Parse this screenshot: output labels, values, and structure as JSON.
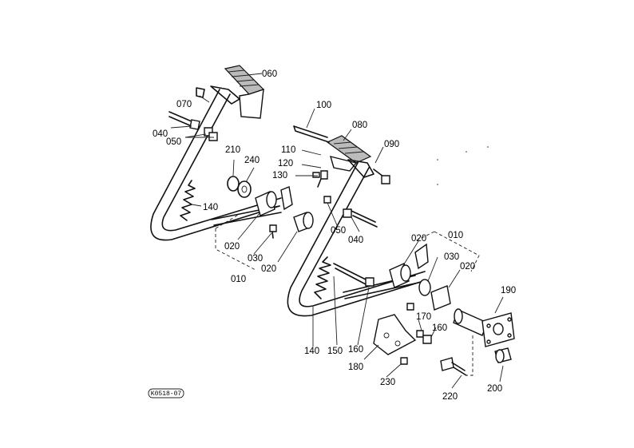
{
  "callouts": [
    {
      "id": "c060a",
      "text": "060"
    },
    {
      "id": "c070",
      "text": "070"
    },
    {
      "id": "c040a",
      "text": "040"
    },
    {
      "id": "c050a",
      "text": "050"
    },
    {
      "id": "c210",
      "text": "210"
    },
    {
      "id": "c240",
      "text": "240"
    },
    {
      "id": "c140a",
      "text": "140"
    },
    {
      "id": "c020a",
      "text": "020"
    },
    {
      "id": "c030a",
      "text": "030"
    },
    {
      "id": "c010a",
      "text": "010"
    },
    {
      "id": "c020b",
      "text": "020"
    },
    {
      "id": "c100",
      "text": "100"
    },
    {
      "id": "c080",
      "text": "080"
    },
    {
      "id": "c090",
      "text": "090"
    },
    {
      "id": "c110",
      "text": "110"
    },
    {
      "id": "c120",
      "text": "120"
    },
    {
      "id": "c130",
      "text": "130"
    },
    {
      "id": "c050b",
      "text": "050"
    },
    {
      "id": "c040b",
      "text": "040"
    },
    {
      "id": "c020c",
      "text": "020"
    },
    {
      "id": "c010b",
      "text": "010"
    },
    {
      "id": "c030b",
      "text": "030"
    },
    {
      "id": "c020d",
      "text": "020"
    },
    {
      "id": "c190",
      "text": "190"
    },
    {
      "id": "c170",
      "text": "170"
    },
    {
      "id": "c160a",
      "text": "160"
    },
    {
      "id": "c160b",
      "text": "160"
    },
    {
      "id": "c140b",
      "text": "140"
    },
    {
      "id": "c150",
      "text": "150"
    },
    {
      "id": "c180",
      "text": "180"
    },
    {
      "id": "c230",
      "text": "230"
    },
    {
      "id": "c220",
      "text": "220"
    },
    {
      "id": "c200",
      "text": "200"
    }
  ],
  "figure_ref": "K0518-07"
}
